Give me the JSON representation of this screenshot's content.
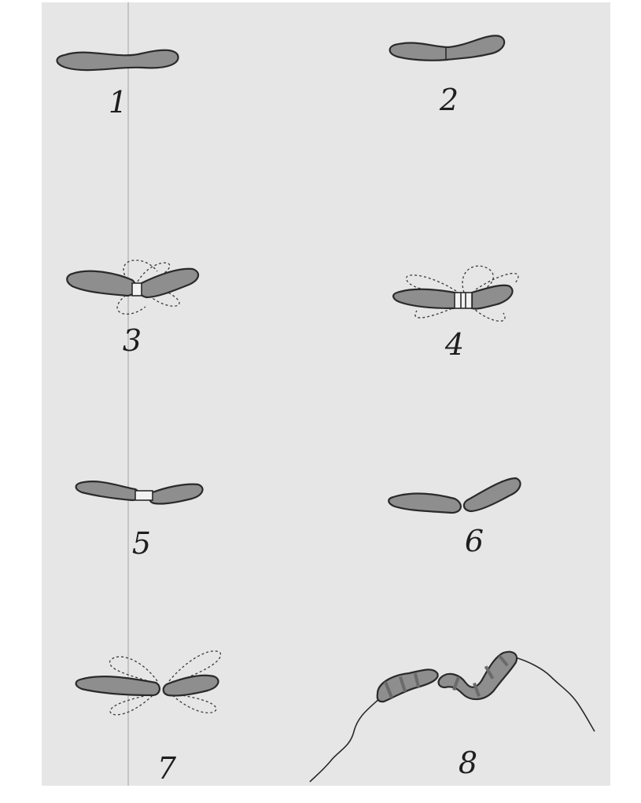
{
  "figure": {
    "panel_labels": [
      "1",
      "2",
      "3",
      "4",
      "5",
      "6",
      "7",
      "8"
    ]
  },
  "colors": {
    "paper": "#e6e6e6",
    "cell_fill": "#8e8e8e",
    "ink": "#2a2a2a"
  }
}
